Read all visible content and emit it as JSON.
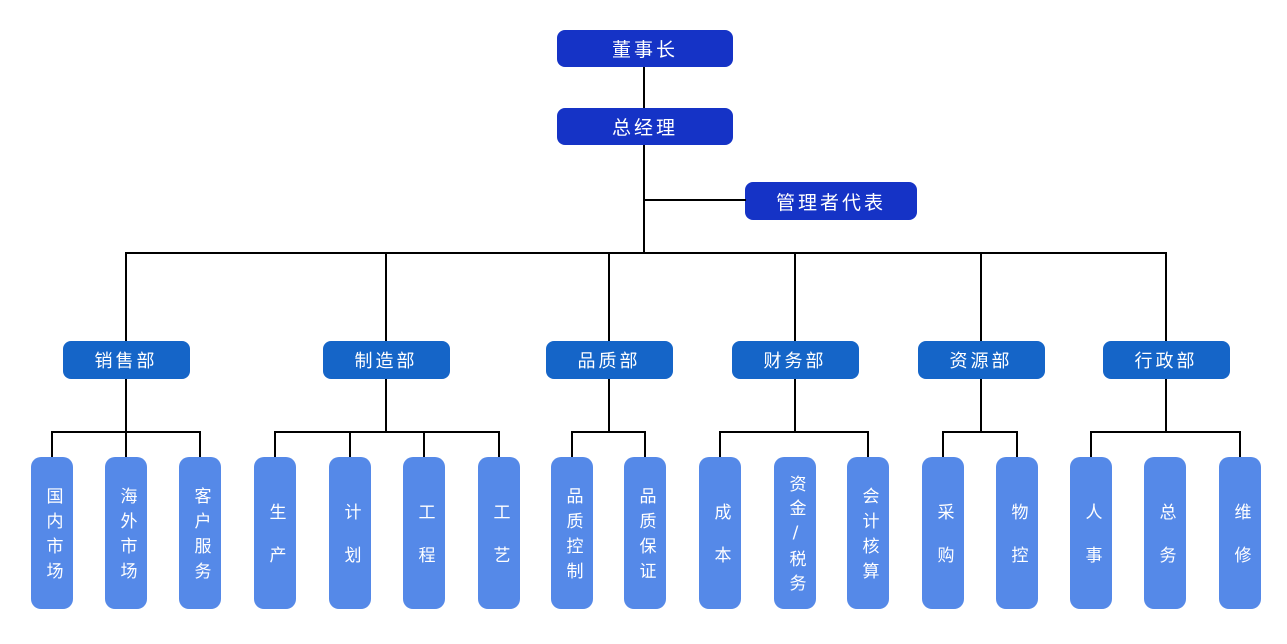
{
  "colors": {
    "executive_box": "#1533c6",
    "department_box": "#1565c8",
    "leaf_box": "#5589e8",
    "connector_line": "#000000",
    "box_text": "#ffffff",
    "background": "#ffffff"
  },
  "hierarchy": {
    "chairman": "董事长",
    "general_manager": "总经理",
    "management_representative": "管理者代表"
  },
  "departments": [
    {
      "label": "销售部",
      "children": [
        "国内市场",
        "海外市场",
        "客户服务"
      ]
    },
    {
      "label": "制造部",
      "children": [
        "生产",
        "计划",
        "工程",
        "工艺"
      ]
    },
    {
      "label": "品质部",
      "children": [
        "品质控制",
        "品质保证"
      ]
    },
    {
      "label": "财务部",
      "children": [
        "成本",
        "资金/税务",
        "会计核算"
      ]
    },
    {
      "label": "资源部",
      "children": [
        "采购",
        "物控"
      ]
    },
    {
      "label": "行政部",
      "children": [
        "人事",
        "总务",
        "维修"
      ]
    }
  ]
}
